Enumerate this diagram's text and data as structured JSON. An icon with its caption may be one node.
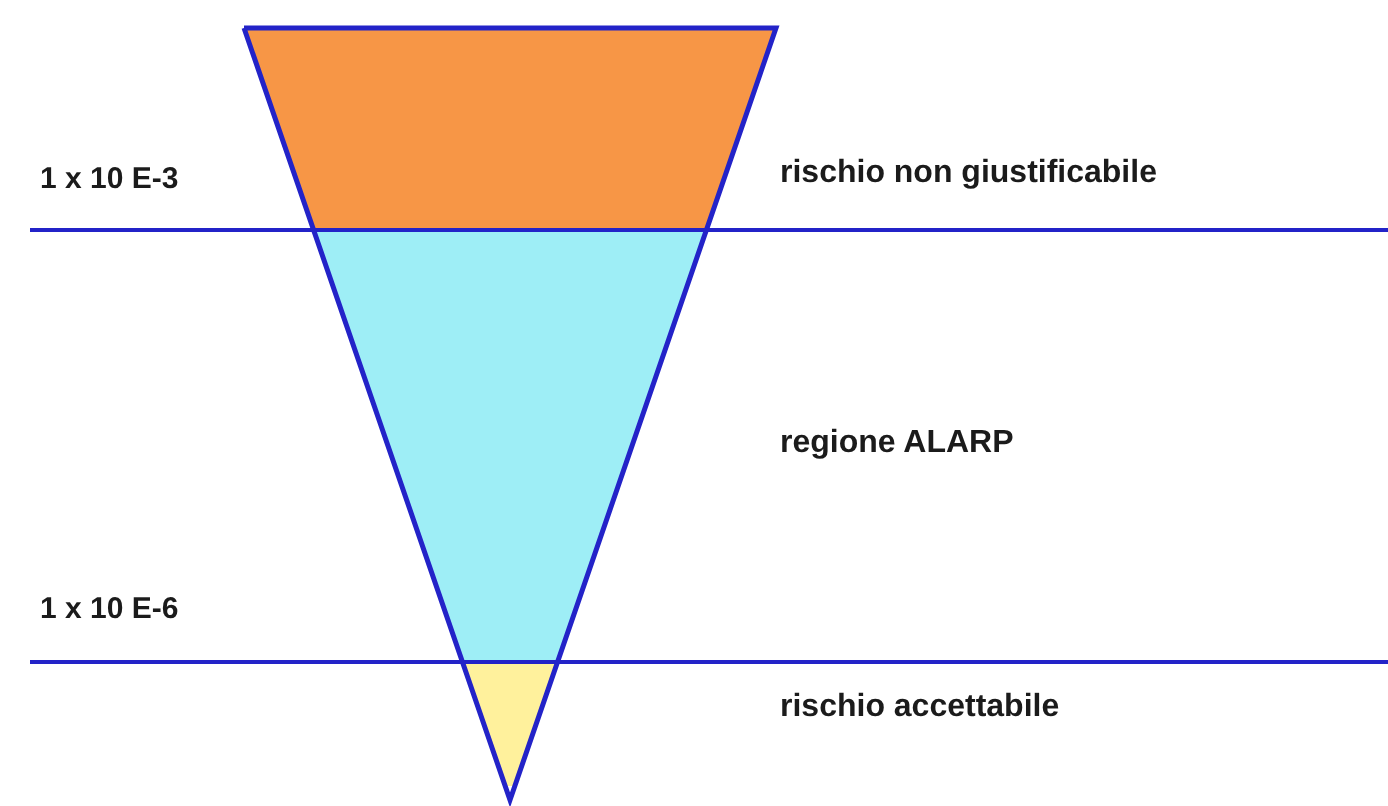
{
  "diagram": {
    "labels": [
      "1 x 10 E-3",
      "rischio non giustificabile",
      "regione ALARP",
      "1 x 10 E-6",
      "rischio accettabile"
    ]
  }
}
